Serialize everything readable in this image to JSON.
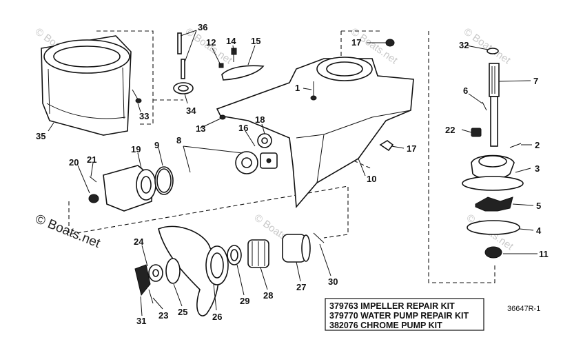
{
  "watermarks": {
    "small": "© Boats.net",
    "large": "© Boats.net"
  },
  "callouts": {
    "c1": "1",
    "c2": "2",
    "c3": "3",
    "c4": "4",
    "c5": "5",
    "c6": "6",
    "c7": "7",
    "c8": "8",
    "c9": "9",
    "c10": "10",
    "c11": "11",
    "c12": "12",
    "c13": "13",
    "c14": "14",
    "c15": "15",
    "c16": "16",
    "c17a": "17",
    "c17b": "17",
    "c18": "18",
    "c19": "19",
    "c20": "20",
    "c21": "21",
    "c22": "22",
    "c23": "23",
    "c24": "24",
    "c25": "25",
    "c26": "26",
    "c27": "27",
    "c28": "28",
    "c29": "29",
    "c30": "30",
    "c31": "31",
    "c32": "32",
    "c33": "33",
    "c34": "34",
    "c35": "35",
    "c36": "36"
  },
  "kits": [
    "379763 IMPELLER REPAIR KIT",
    "379770 WATER PUMP REPAIR KIT",
    "382076 CHROME PUMP KIT"
  ],
  "reference": "36647R-1"
}
